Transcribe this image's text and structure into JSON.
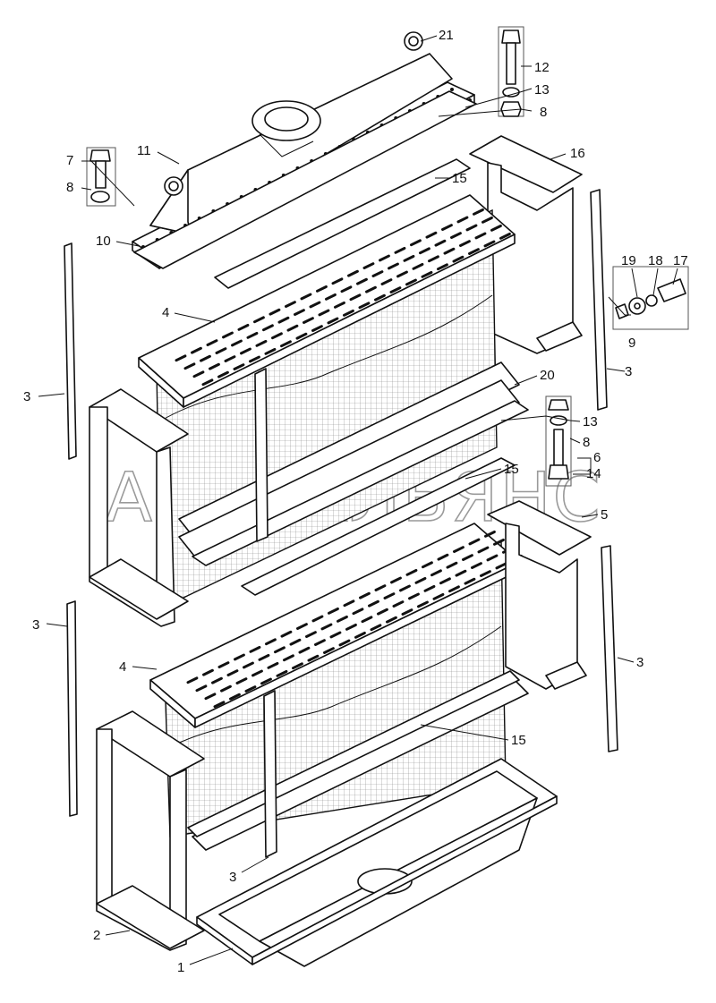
{
  "watermark": "АВТОАЛЬЯНС",
  "callouts": [
    {
      "id": "c21",
      "text": "21"
    },
    {
      "id": "c12",
      "text": "12"
    },
    {
      "id": "c13a",
      "text": "13"
    },
    {
      "id": "c8a",
      "text": "8"
    },
    {
      "id": "c16",
      "text": "16"
    },
    {
      "id": "c11",
      "text": "11"
    },
    {
      "id": "c7",
      "text": "7"
    },
    {
      "id": "c8b",
      "text": "8"
    },
    {
      "id": "c15a",
      "text": "15"
    },
    {
      "id": "c10",
      "text": "10"
    },
    {
      "id": "c19",
      "text": "19"
    },
    {
      "id": "c18",
      "text": "18"
    },
    {
      "id": "c17",
      "text": "17"
    },
    {
      "id": "c4a",
      "text": "4"
    },
    {
      "id": "c9",
      "text": "9"
    },
    {
      "id": "c3a",
      "text": "3"
    },
    {
      "id": "c3b",
      "text": "3"
    },
    {
      "id": "c20",
      "text": "20"
    },
    {
      "id": "c13b",
      "text": "13"
    },
    {
      "id": "c8c",
      "text": "8"
    },
    {
      "id": "c6",
      "text": "6"
    },
    {
      "id": "c14",
      "text": "14"
    },
    {
      "id": "c15b",
      "text": "15"
    },
    {
      "id": "c5",
      "text": "5"
    },
    {
      "id": "c3c",
      "text": "3"
    },
    {
      "id": "c3d",
      "text": "3"
    },
    {
      "id": "c4b",
      "text": "4"
    },
    {
      "id": "c15c",
      "text": "15"
    },
    {
      "id": "c3e",
      "text": "3"
    },
    {
      "id": "c2",
      "text": "2"
    },
    {
      "id": "c1",
      "text": "1"
    }
  ]
}
